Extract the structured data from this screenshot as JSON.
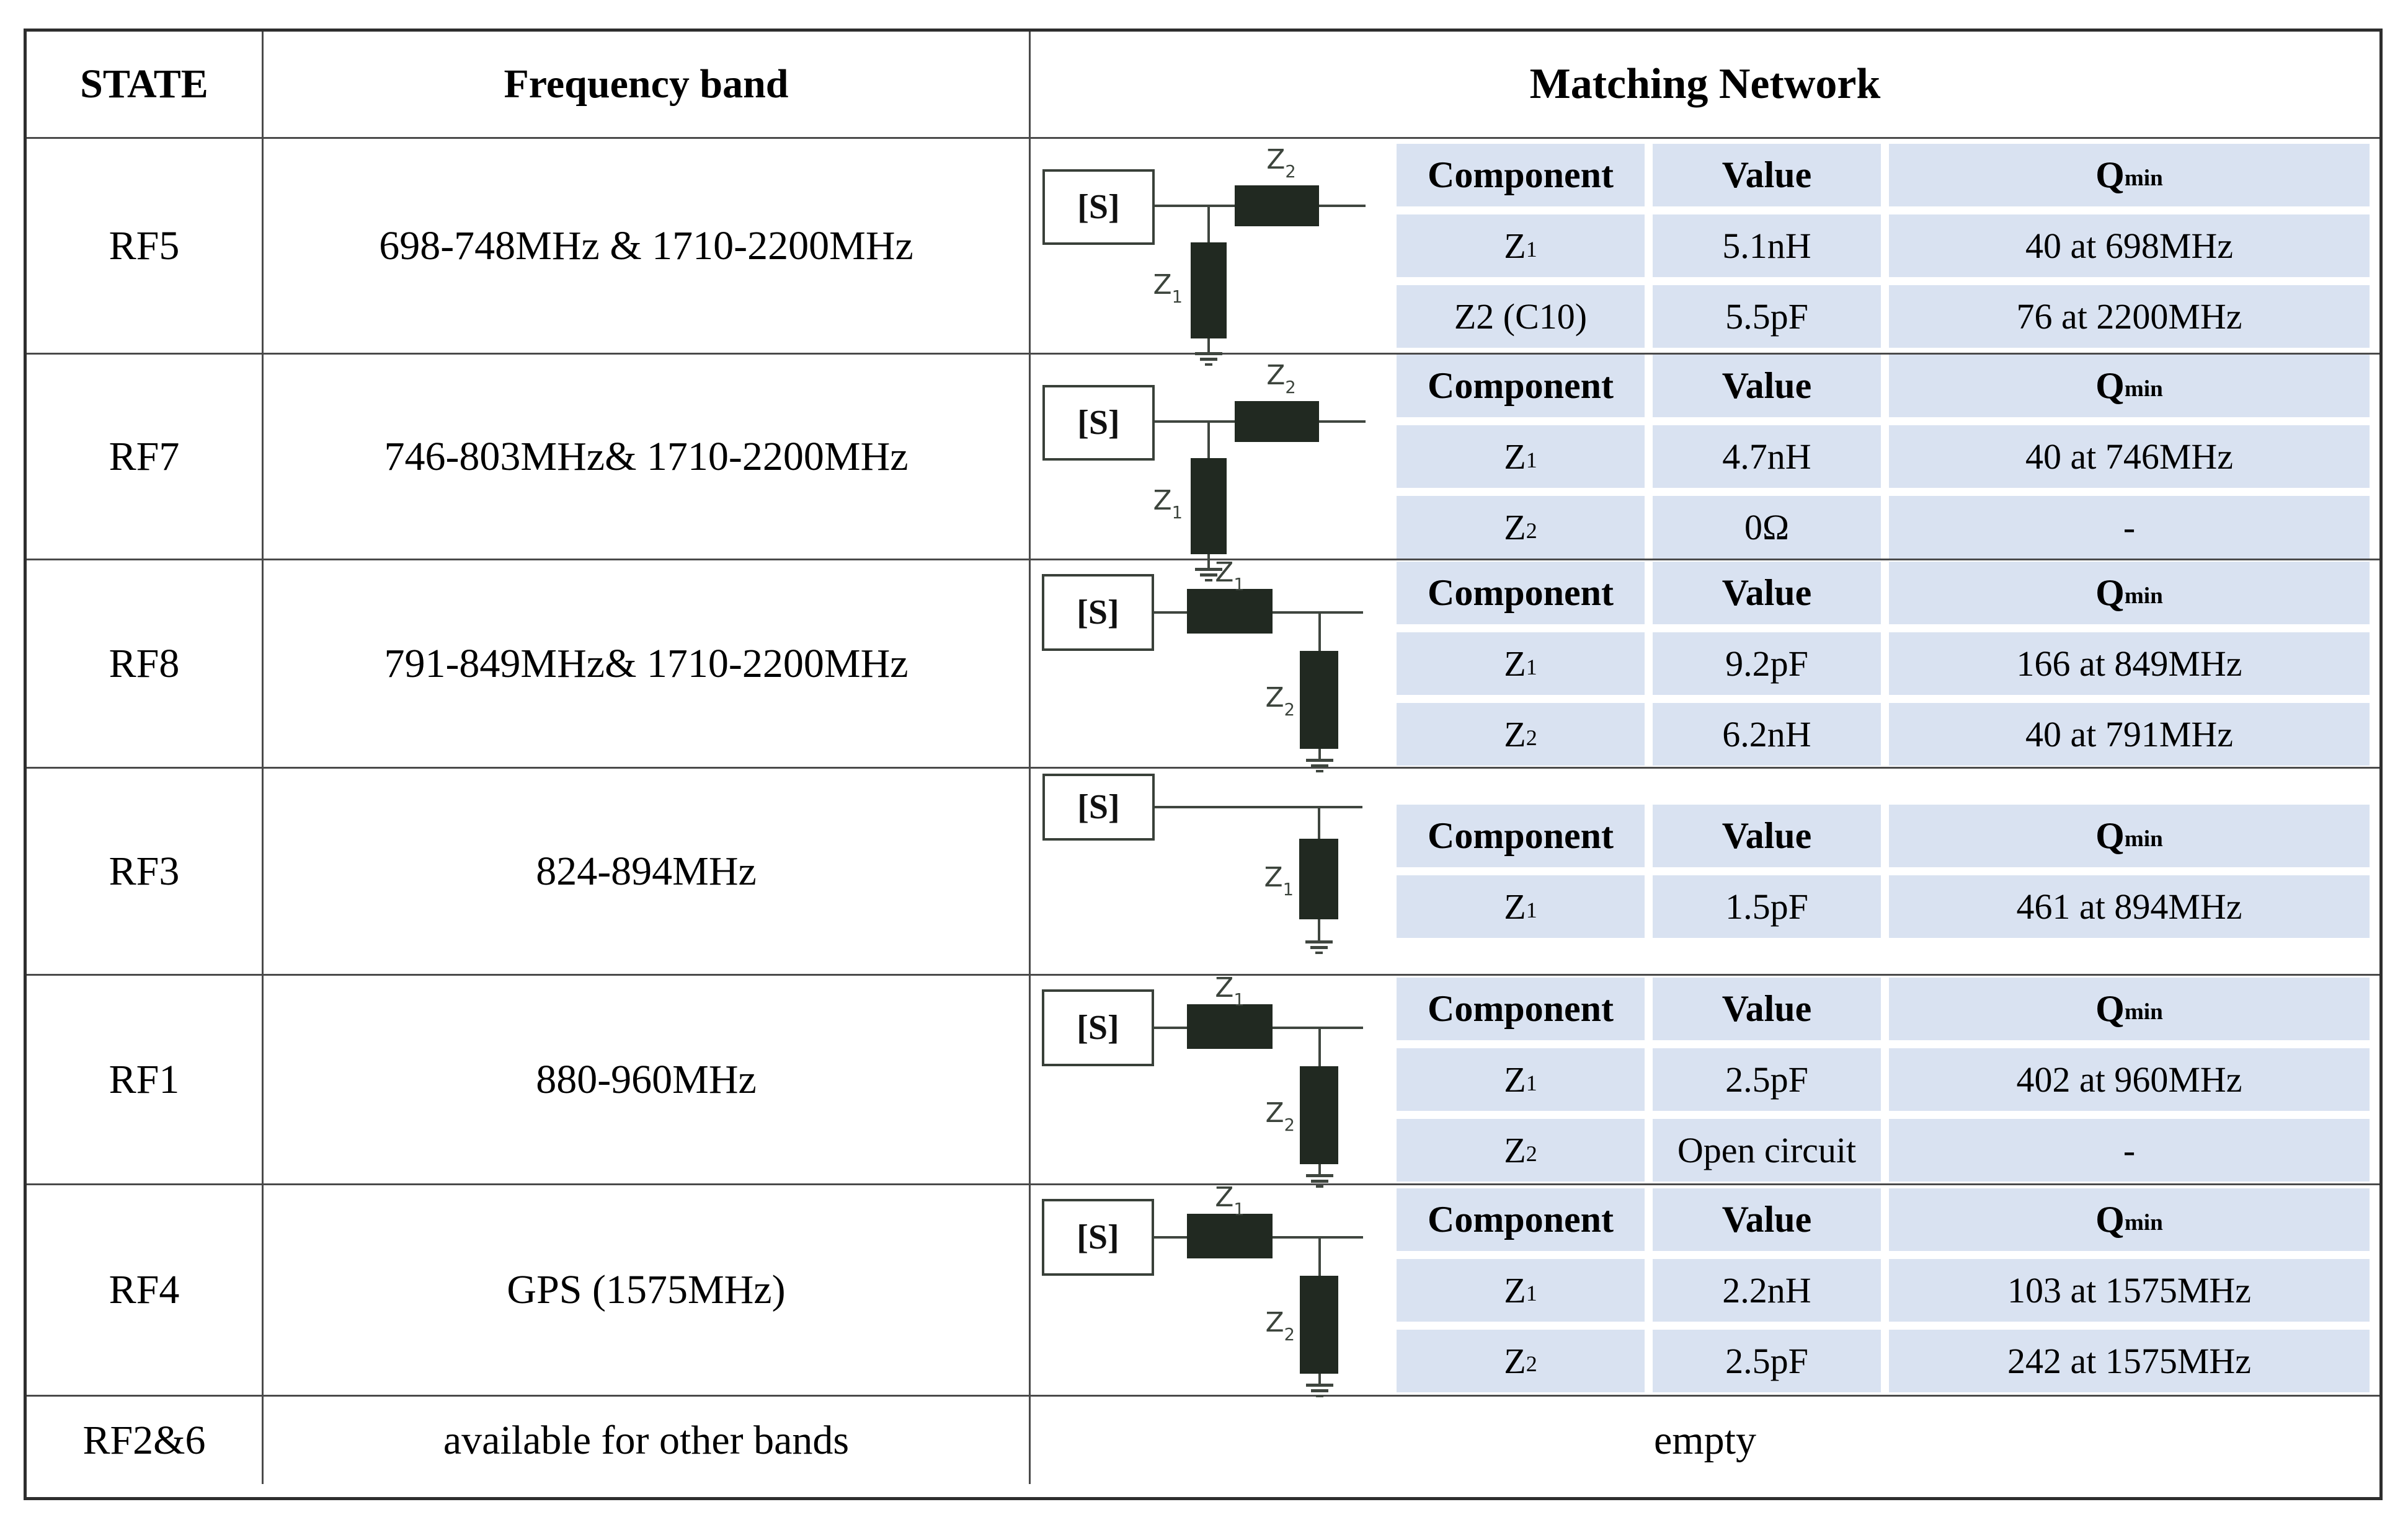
{
  "header": {
    "state": "STATE",
    "frequency_band": "Frequency band",
    "matching_network": "Matching Network"
  },
  "subtable_header": {
    "component": "Component",
    "value": "Value",
    "q_base": "Q",
    "q_sub": "min"
  },
  "circuit_shared": {
    "box_label": "[S]"
  },
  "colors": {
    "subtable_cell_blue": "#d9e2f1",
    "component_fill": "#212921",
    "wire_gray": "#3f463f"
  },
  "rows": [
    {
      "state": "RF5",
      "band": "698-748MHz & 1710-2200MHz",
      "circuit": {
        "type": "shunt-series",
        "z1_base": "Z",
        "z1_sub": "1",
        "z2_base": "Z",
        "z2_sub": "2"
      },
      "components": [
        {
          "name": "Z",
          "name_sub": "1",
          "value": "5.1nH",
          "qmin": "40 at 698MHz"
        },
        {
          "name": "Z2 (C10)",
          "name_sub": "",
          "value": "5.5pF",
          "qmin": "76 at 2200MHz"
        }
      ]
    },
    {
      "state": "RF7",
      "band": "746-803MHz& 1710-2200MHz",
      "circuit": {
        "type": "shunt-series",
        "z1_base": "Z",
        "z1_sub": "1",
        "z2_base": "Z",
        "z2_sub": "2"
      },
      "components": [
        {
          "name": "Z",
          "name_sub": "1",
          "value": "4.7nH",
          "qmin": "40 at 746MHz"
        },
        {
          "name": "Z",
          "name_sub": "2",
          "value": "0Ω",
          "qmin": "-"
        }
      ]
    },
    {
      "state": "RF8",
      "band": "791-849MHz& 1710-2200MHz",
      "circuit": {
        "type": "series-shunt",
        "z1_base": "Z",
        "z1_sub": "1",
        "z2_base": "Z",
        "z2_sub": "2"
      },
      "components": [
        {
          "name": "Z",
          "name_sub": "1",
          "value": "9.2pF",
          "qmin": "166 at 849MHz"
        },
        {
          "name": "Z",
          "name_sub": "2",
          "value": "6.2nH",
          "qmin": "40 at 791MHz"
        }
      ]
    },
    {
      "state": "RF3",
      "band": "824-894MHz",
      "circuit": {
        "type": "shunt-only",
        "z1_base": "Z",
        "z1_sub": "1"
      },
      "components": [
        {
          "name": "Z",
          "name_sub": "1",
          "value": "1.5pF",
          "qmin": "461 at 894MHz"
        }
      ]
    },
    {
      "state": "RF1",
      "band": "880-960MHz",
      "circuit": {
        "type": "series-shunt",
        "z1_base": "Z",
        "z1_sub": "1",
        "z2_base": "Z",
        "z2_sub": "2"
      },
      "components": [
        {
          "name": "Z",
          "name_sub": "1",
          "value": "2.5pF",
          "qmin": "402 at 960MHz"
        },
        {
          "name": "Z",
          "name_sub": "2",
          "value": "Open circuit",
          "qmin": "-"
        }
      ]
    },
    {
      "state": "RF4",
      "band": "GPS (1575MHz)",
      "circuit": {
        "type": "series-shunt",
        "z1_base": "Z",
        "z1_sub": "1",
        "z2_base": "Z",
        "z2_sub": "2"
      },
      "components": [
        {
          "name": "Z",
          "name_sub": "1",
          "value": "2.2nH",
          "qmin": "103 at 1575MHz"
        },
        {
          "name": "Z",
          "name_sub": "2",
          "value": "2.5pF",
          "qmin": "242 at 1575MHz"
        }
      ]
    },
    {
      "state": "RF2&6",
      "band": "available for other bands",
      "matching_note": "empty"
    }
  ]
}
